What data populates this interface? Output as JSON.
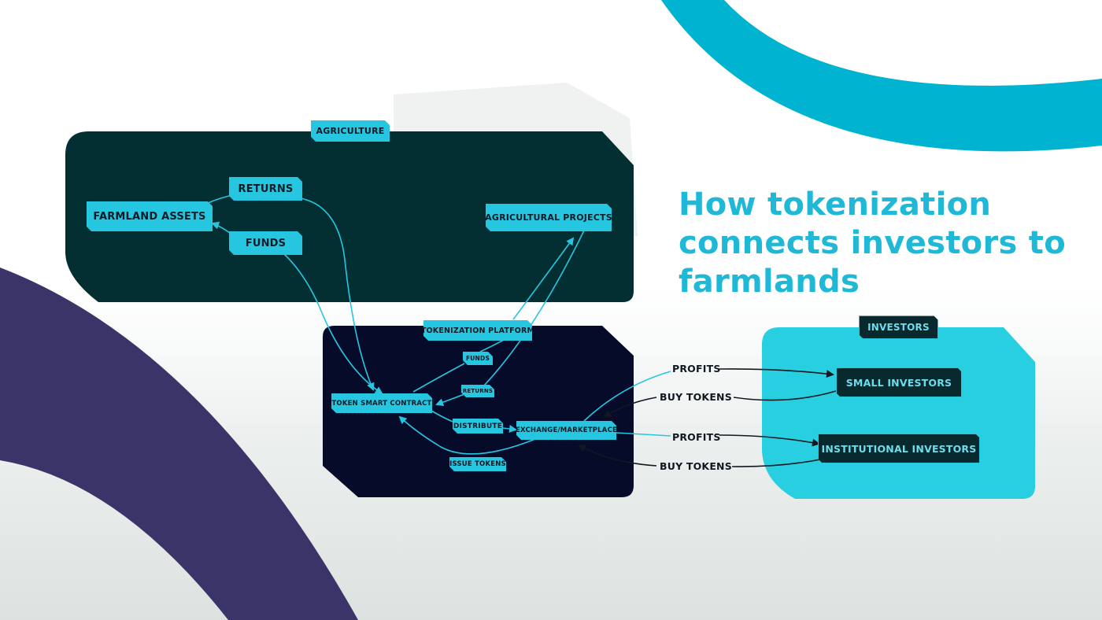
{
  "title_lines": [
    "How tokenization",
    "connects investors to",
    "farmlands"
  ],
  "colors": {
    "accent": "#1fb8d6",
    "node": "#27c6e0",
    "agriculture_panel": "#032f33",
    "platform_panel": "#050b28",
    "investors_panel": "#27cfe0",
    "purple_arc": "#3b3468"
  },
  "groups": {
    "agriculture": "AGRICULTURE",
    "tokenization_platform": "TOKENIZATION PLATFORM",
    "investors": "INVESTORS"
  },
  "nodes": {
    "farmland_assets": "FARMLAND ASSETS",
    "returns": "RETURNS",
    "funds": "FUNDS",
    "agricultural_projects": "AGRICULTURAL PROJECTS",
    "token_smart_contract": "TOKEN SMART CONTRACT",
    "funds_small": "FUNDS",
    "returns_small": "RETURNS",
    "distribute": "DISTRIBUTE",
    "exchange_marketplace": "EXCHANGE/MARKETPLACE",
    "issue_tokens": "ISSUE TOKENS",
    "small_investors": "SMALL INVESTORS",
    "institutional_investors": "INSTITUTIONAL INVESTORS"
  },
  "edge_labels": {
    "profits_1": "PROFITS",
    "buy_tokens_1": "BUY TOKENS",
    "profits_2": "PROFITS",
    "buy_tokens_2": "BUY TOKENS"
  }
}
